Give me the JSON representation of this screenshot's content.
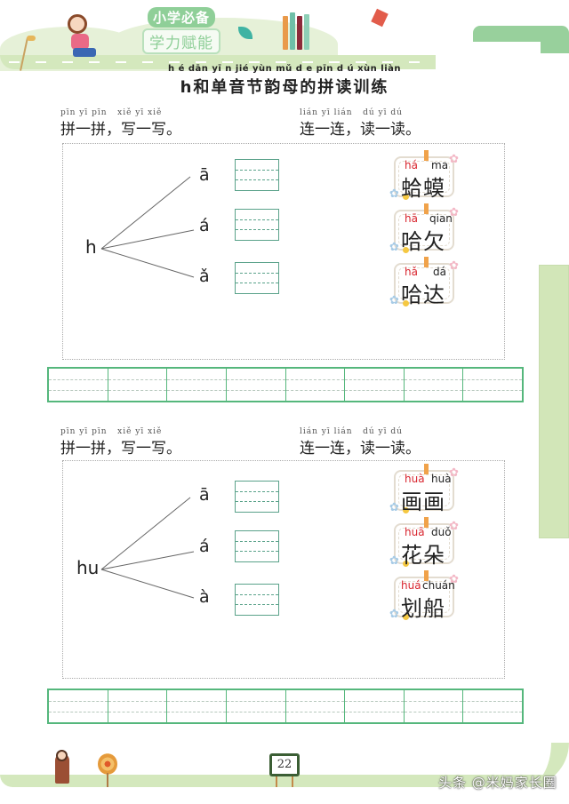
{
  "header": {
    "badge_top": "小学必备",
    "badge_bottom": "学力赋能"
  },
  "title": {
    "pinyin": "h é dān yī n jié yùn mǔ d e pīn d ú xùn liàn",
    "text": "h和单音节韵母的拼读训练"
  },
  "sections": [
    {
      "instruction_left": {
        "pinyin": "pīn yī pīn   xiě yī xiě",
        "text": "拼一拼，写一写。"
      },
      "instruction_right": {
        "pinyin": "lián yī lián   dú yī dú",
        "text": "连一连，读一读。"
      },
      "initial": "h",
      "finals": [
        "ā",
        "á",
        "ǎ"
      ],
      "cards": [
        {
          "pinyin1": "há",
          "pinyin2": "ma",
          "hanzi": "蛤蟆"
        },
        {
          "pinyin1": "hā",
          "pinyin2": "qian",
          "hanzi": "哈欠"
        },
        {
          "pinyin1": "hǎ",
          "pinyin2": "dá",
          "hanzi": "哈达"
        }
      ],
      "grid_cells": 8
    },
    {
      "instruction_left": {
        "pinyin": "pīn yī pīn   xiě yī xiě",
        "text": "拼一拼，写一写。"
      },
      "instruction_right": {
        "pinyin": "lián yī lián   dú yī dú",
        "text": "连一连，读一读。"
      },
      "initial": "hu",
      "finals": [
        "ā",
        "á",
        "à"
      ],
      "cards": [
        {
          "pinyin1": "huà",
          "pinyin2": "huà",
          "hanzi": "画画"
        },
        {
          "pinyin1": "huā",
          "pinyin2": "duǒ",
          "hanzi": "花朵"
        },
        {
          "pinyin1": "huá",
          "pinyin2": "chuán",
          "hanzi": "划船"
        }
      ],
      "grid_cells": 8
    }
  ],
  "footer": {
    "page_number": "22",
    "watermark": "头条 @米妈家长圈"
  },
  "colors": {
    "accent_green": "#55b77c",
    "pinyin_red": "#d8252e",
    "banner_green": "#98d09c"
  }
}
